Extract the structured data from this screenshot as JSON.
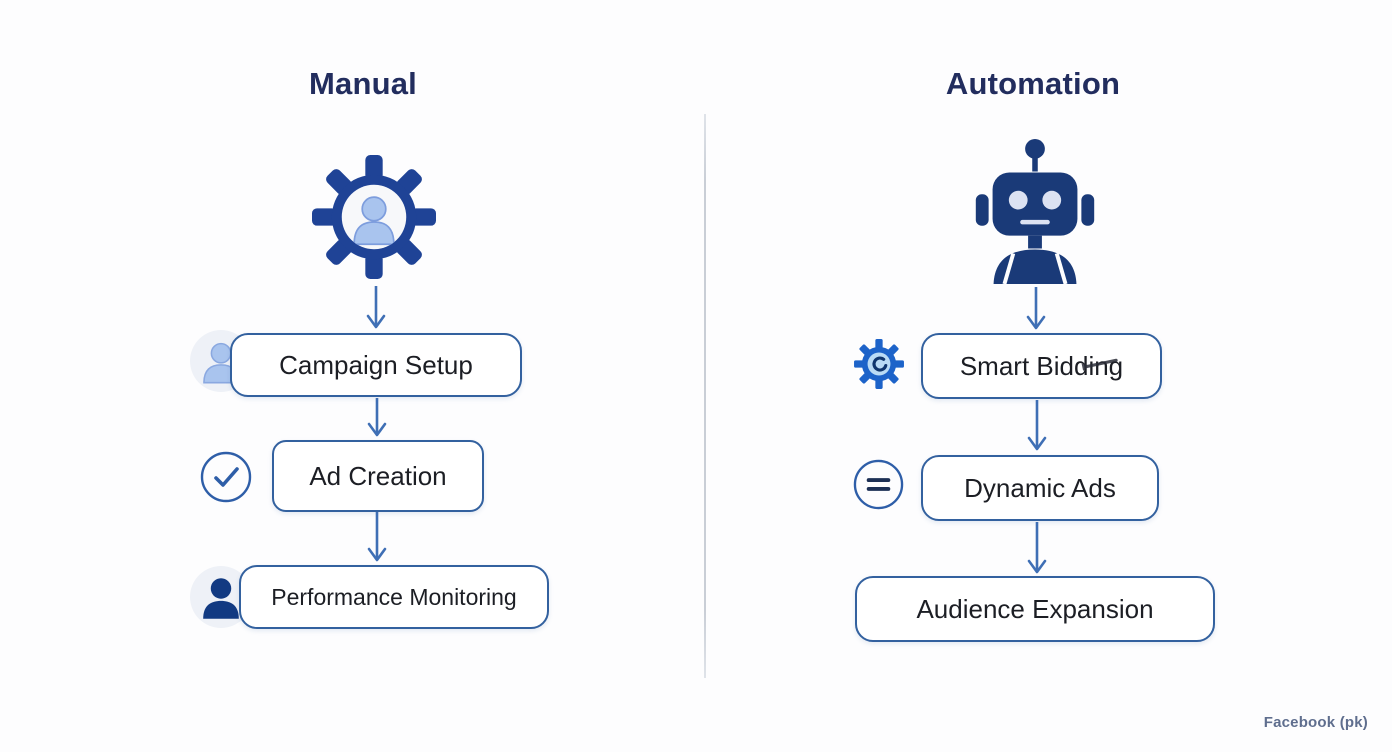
{
  "page": {
    "footer_label": "Facebook (pk)"
  },
  "columns": {
    "manual": {
      "title": "Manual",
      "icon": "gear-user-icon",
      "steps": [
        {
          "label": "Campaign Setup",
          "icon": "user-avatar-light-icon"
        },
        {
          "label": "Ad Creation",
          "icon": "check-circle-icon"
        },
        {
          "label": "Performance Monitoring",
          "icon": "user-avatar-dark-icon"
        }
      ]
    },
    "automation": {
      "title": "Automation",
      "icon": "robot-icon",
      "steps": [
        {
          "label": "Smart Bidding",
          "icon": "gear-badge-icon"
        },
        {
          "label": "Dynamic Ads",
          "icon": "equals-circle-icon"
        },
        {
          "label": "Audience Expansion",
          "icon": "none"
        }
      ]
    }
  },
  "colors": {
    "title_navy": "#222d5e",
    "box_border_blue": "#33619f",
    "arrow_blue": "#3f6fb5",
    "gear_navy": "#1f4396",
    "robot_navy": "#1a3a78",
    "bright_gear_blue": "#1d63c9",
    "person_light_blue": "#a9c4ee",
    "avatar_bg_gray": "#eef1f7",
    "label_text": "#1c1e24",
    "divider_gray": "#c9ced6",
    "footer_text": "#5f6e8e"
  }
}
